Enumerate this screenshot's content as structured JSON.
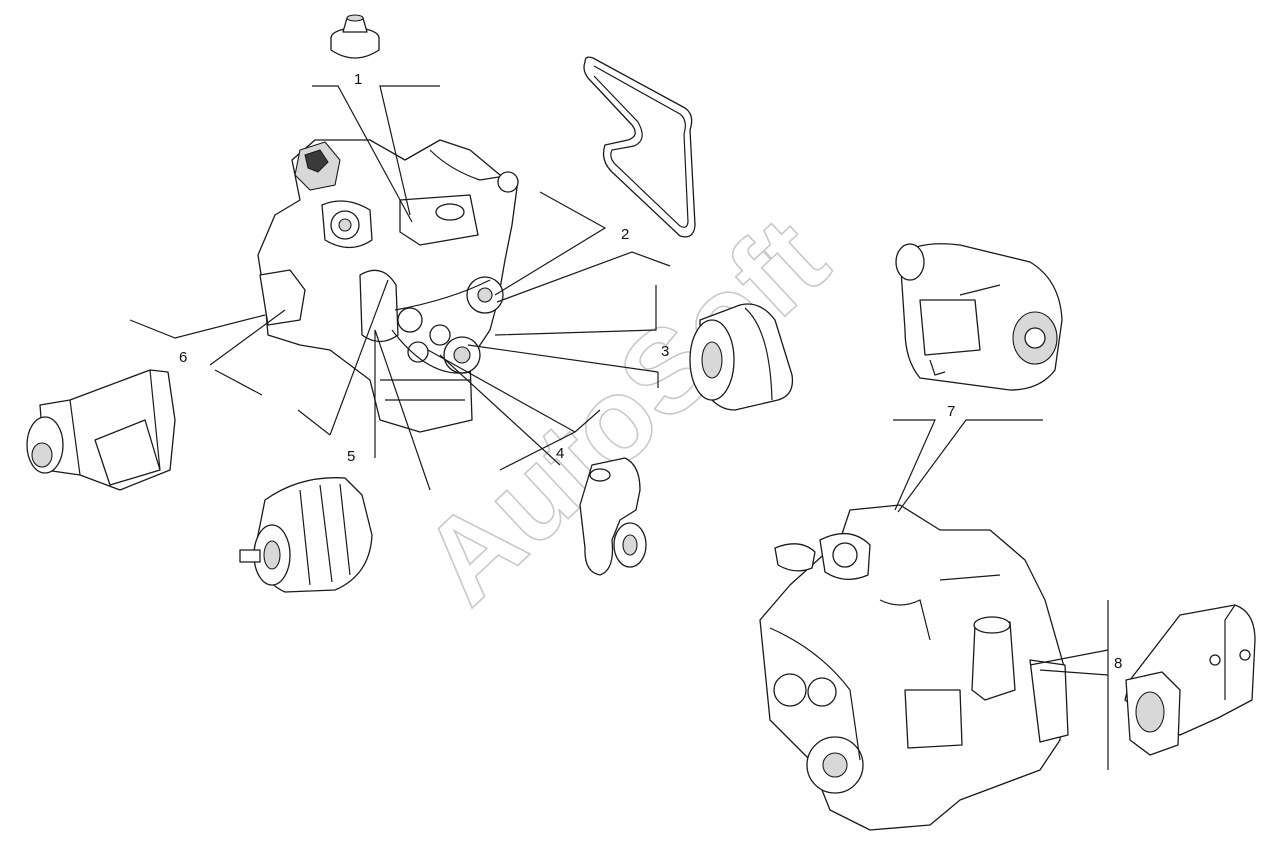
{
  "callouts": [
    {
      "id": "1",
      "label": "1"
    },
    {
      "id": "2",
      "label": "2"
    },
    {
      "id": "3",
      "label": "3"
    },
    {
      "id": "4",
      "label": "4"
    },
    {
      "id": "5",
      "label": "5"
    },
    {
      "id": "6",
      "label": "6"
    },
    {
      "id": "7",
      "label": "7"
    },
    {
      "id": "8",
      "label": "8"
    }
  ],
  "watermark": {
    "text": "AutoSoft"
  },
  "colors": {
    "line": "#1a1a1a",
    "background": "#ffffff",
    "watermark": "#c9c9c9"
  }
}
